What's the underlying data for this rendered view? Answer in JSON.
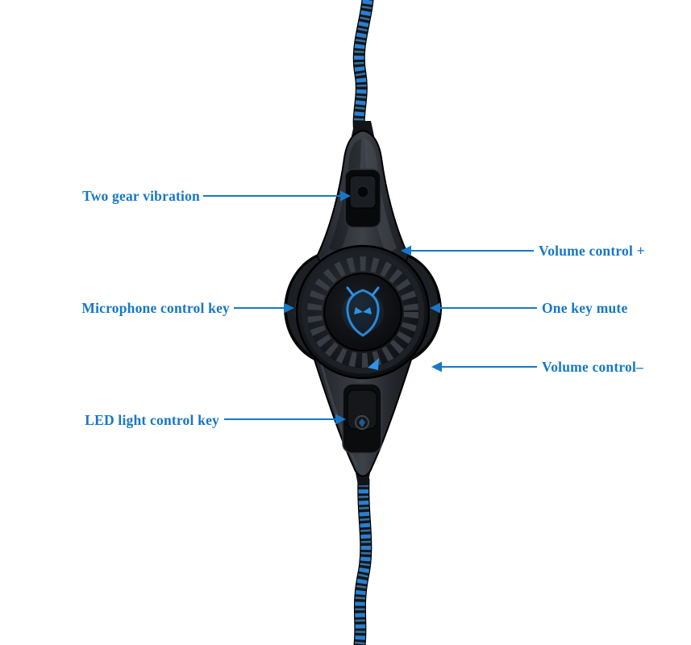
{
  "figure": {
    "type": "product-callout-diagram",
    "subject": "inline headset remote control on braided cable",
    "background": "#ffffff",
    "label_color": "#1677c8",
    "line_color": "#1778c8",
    "accent_blue": "#2e93e8",
    "device_color": "#16181b"
  },
  "callouts": [
    {
      "id": "vibration",
      "label": "Two gear vibration",
      "side": "left",
      "target": "top-button"
    },
    {
      "id": "volume-up",
      "label": "Volume control +",
      "side": "right",
      "target": "dial-top-plus"
    },
    {
      "id": "microphone",
      "label": "Microphone control key",
      "side": "left",
      "target": "left-wing-button"
    },
    {
      "id": "mute",
      "label": "One key mute",
      "side": "right",
      "target": "right-wing-button"
    },
    {
      "id": "volume-down",
      "label": "Volume control–",
      "side": "right",
      "target": "dial-bottom"
    },
    {
      "id": "led",
      "label": "LED light control key",
      "side": "left",
      "target": "bottom-button"
    }
  ]
}
